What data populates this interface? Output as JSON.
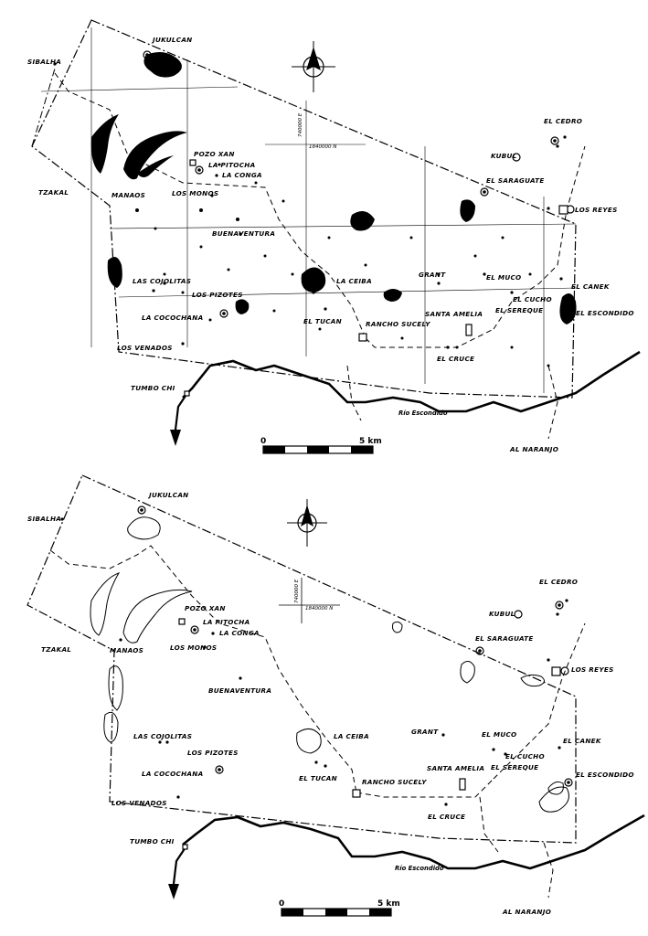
{
  "colors": {
    "ink": "#000000",
    "paper": "#ffffff"
  },
  "north_arrow": {
    "icon": "north-arrow-icon"
  },
  "sites": {
    "jukulcan": "JUKULCAN",
    "sibalha": "SIBALHA",
    "pozo_xan": "POZO XAN",
    "la_pitocha": "LA PITOCHA",
    "la_conga": "LA CONGA",
    "los_monos": "LOS MONOS",
    "tzakal": "TZAKAL",
    "manaos": "MANAOS",
    "buenaventura": "BUENAVENTURA",
    "las_cojolitas": "LAS COJOLITAS",
    "los_pizotes": "LOS PIZOTES",
    "la_cocochana": "LA COCOCHANA",
    "los_venados": "LOS VENADOS",
    "tumbo_chi": "TUMBO CHI",
    "la_ceiba": "LA CEIBA",
    "el_tucan": "EL TUCAN",
    "rancho_sucely": "RANCHO SUCELY",
    "grant": "GRANT",
    "santa_amelia": "SANTA AMELIA",
    "el_cruce": "EL CRUCE",
    "el_muco": "EL MUCO",
    "el_cucho": "EL CUCHO",
    "el_sereque": "EL SEREQUE",
    "el_canek": "EL CANEK",
    "el_escondido": "EL ESCONDIDO",
    "el_cedro": "EL CEDRO",
    "kubul": "KUBUL",
    "el_saraguate": "EL SARAGUATE",
    "los_reyes": "LOS REYES",
    "al_naranjo": "AL NARANJO"
  },
  "rio_label": "Río Escondido",
  "coords": {
    "easting": "740000 E",
    "northing": "1840000 N"
  },
  "scale": {
    "start": "0",
    "end": "5 km"
  }
}
